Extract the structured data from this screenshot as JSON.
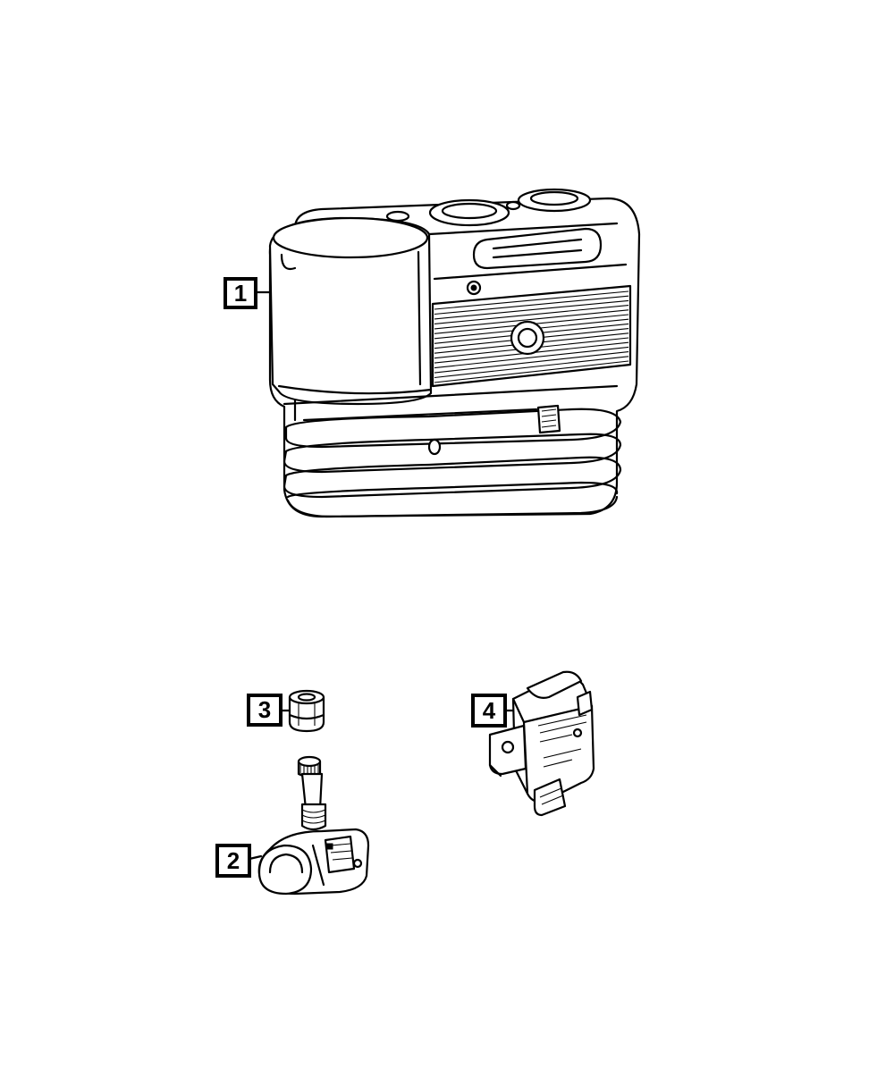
{
  "diagram": {
    "callouts": [
      {
        "id": 1,
        "label": "1"
      },
      {
        "id": 2,
        "label": "2"
      },
      {
        "id": 3,
        "label": "3"
      },
      {
        "id": 4,
        "label": "4"
      }
    ],
    "colors": {
      "line": "#000000",
      "background": "#ffffff"
    }
  }
}
